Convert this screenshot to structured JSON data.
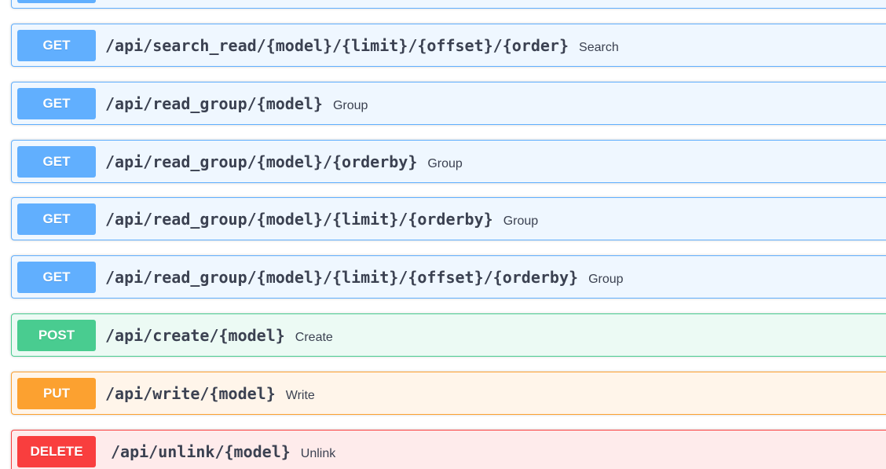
{
  "colors": {
    "GET": "#61affe",
    "POST": "#49cc90",
    "PUT": "#fca130",
    "DELETE": "#f93e3e"
  },
  "operations": [
    {
      "method": "GET",
      "path": "/api/search_read/{model}/{limit}/{offset}/{order}",
      "summary": "Search"
    },
    {
      "method": "GET",
      "path": "/api/read_group/{model}",
      "summary": "Group"
    },
    {
      "method": "GET",
      "path": "/api/read_group/{model}/{orderby}",
      "summary": "Group"
    },
    {
      "method": "GET",
      "path": "/api/read_group/{model}/{limit}/{orderby}",
      "summary": "Group"
    },
    {
      "method": "GET",
      "path": "/api/read_group/{model}/{limit}/{offset}/{orderby}",
      "summary": "Group"
    },
    {
      "method": "POST",
      "path": "/api/create/{model}",
      "summary": "Create"
    },
    {
      "method": "PUT",
      "path": "/api/write/{model}",
      "summary": "Write"
    },
    {
      "method": "DELETE",
      "path": "/api/unlink/{model}",
      "summary": "Unlink"
    }
  ]
}
